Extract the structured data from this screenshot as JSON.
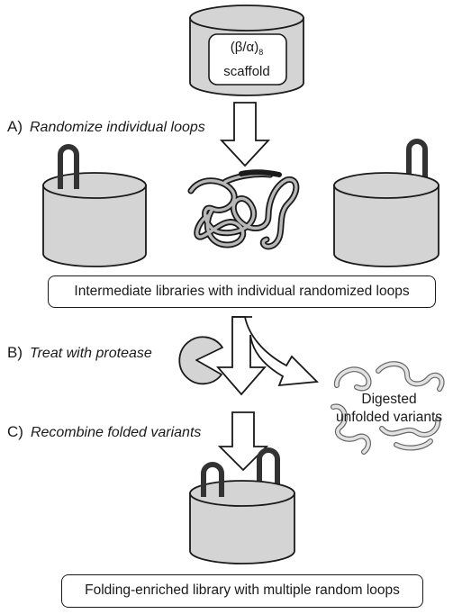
{
  "scaffold": {
    "line1_main": "(β/α)",
    "line1_sub": "8",
    "line2": "scaffold"
  },
  "steps": [
    {
      "letter": "A)",
      "text": "Randomize individual loops"
    },
    {
      "letter": "B)",
      "text": "Treat with protease"
    },
    {
      "letter": "C)",
      "text": "Recombine folded variants"
    }
  ],
  "boxes": {
    "intermediate": "Intermediate libraries with individual randomized loops",
    "final": "Folding-enriched library with multiple random loops"
  },
  "digested": {
    "line1": "Digested",
    "line2": "unfolded variants"
  },
  "colors": {
    "cylinder_fill": "#d4d4d4",
    "outline": "#1a1a1a",
    "loop": "#333333",
    "unfolded_strand": "#d9d9d9"
  }
}
